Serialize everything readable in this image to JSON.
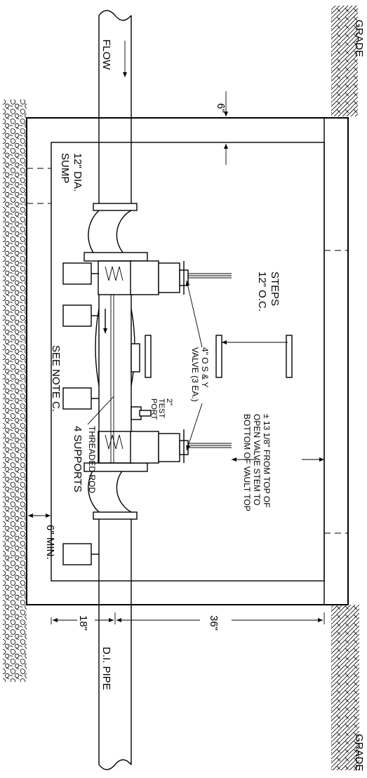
{
  "labels": {
    "grade_top": "GRADE",
    "grade_bottom": "GRADE",
    "flow": "FLOW",
    "di_pipe": "D.I. PIPE",
    "six_in": "6\"",
    "sump_line1": "12\" DIA.",
    "sump_line2": "SUMP",
    "steps_line1": "STEPS",
    "steps_line2": "12\" O.C.",
    "valve_line1": "4\" O S & Y",
    "valve_line2": "VALVE (3 EA.)",
    "test_line1": "2\"",
    "test_line2": "TEST",
    "test_line3": "PORT",
    "see_note": "SEE NOTE C.",
    "threaded_rod": "THREADED ROD",
    "supports": "4 SUPPORTS",
    "six_min": "6\" MIN.",
    "stem_line1": "± 13 1/8\" FROM TOP OF",
    "stem_line2": "OPEN VALVE STEM TO",
    "stem_line3": "BOTTOM OF VAULT TOP",
    "dim_18": "18\"",
    "dim_36": "36\""
  }
}
